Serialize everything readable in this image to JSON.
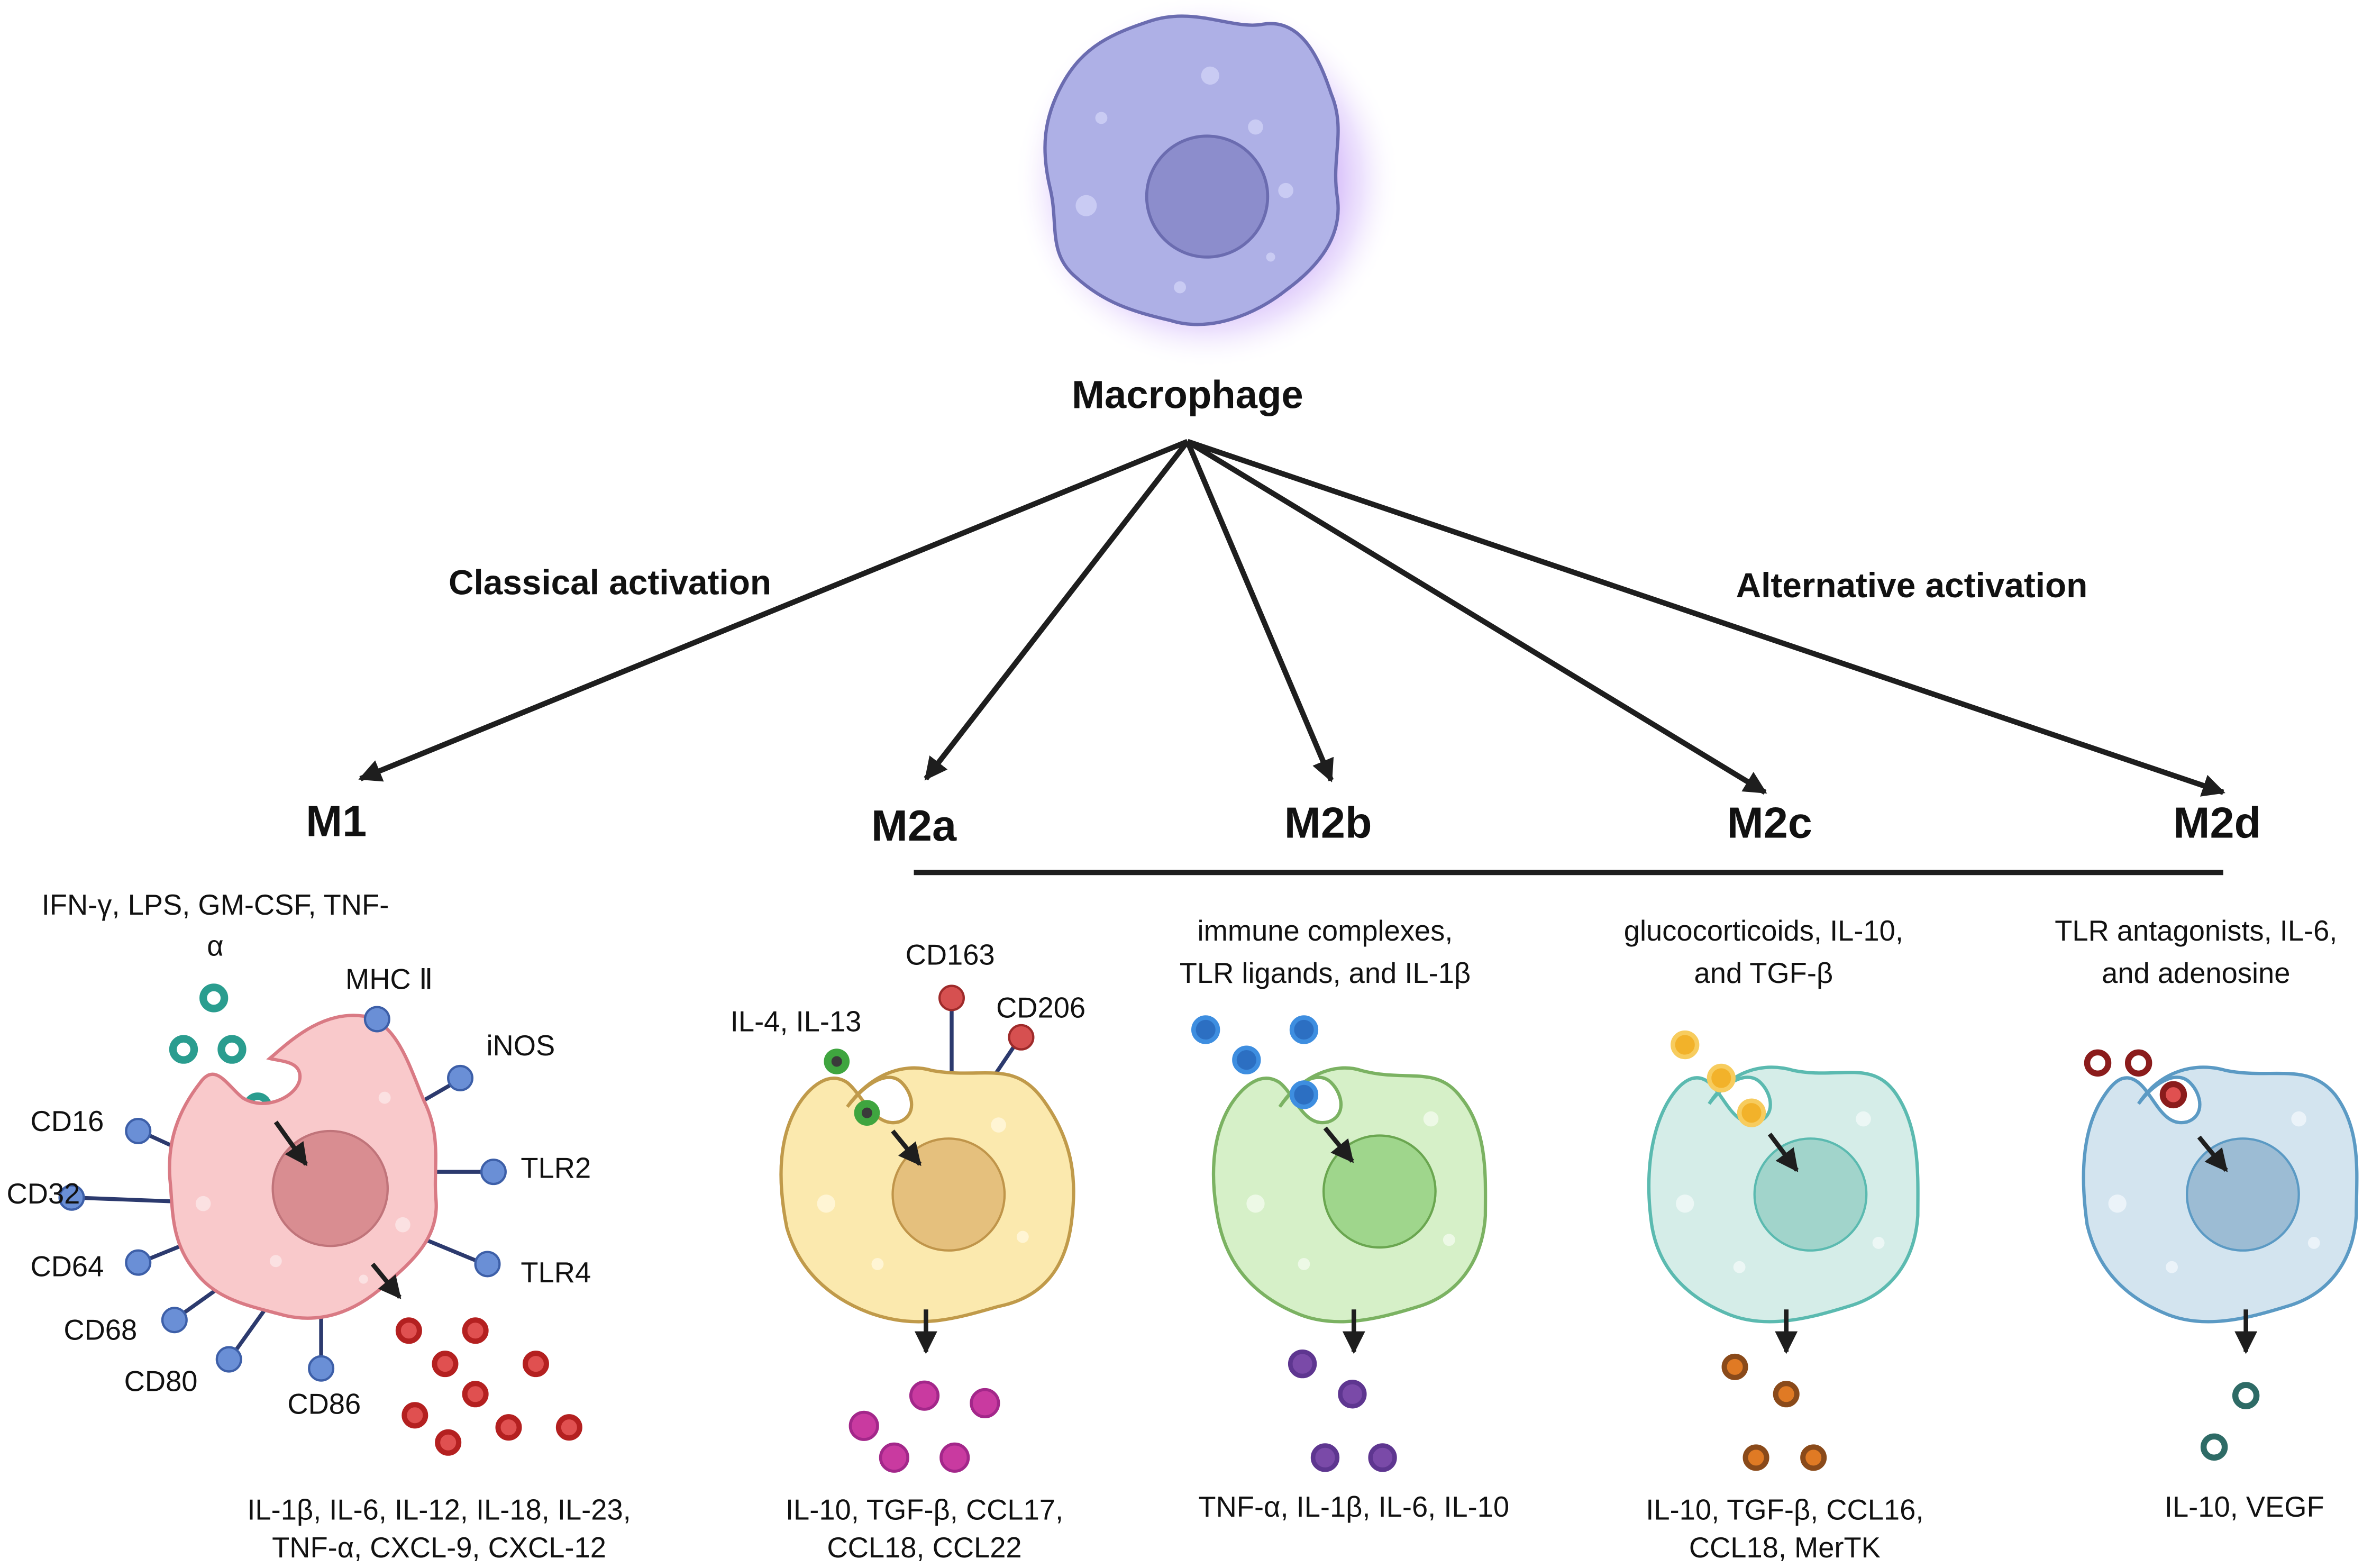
{
  "title": "Macrophage",
  "branches": {
    "classical": "Classical activation",
    "alternative": "Alternative activation"
  },
  "subtypes": {
    "m1": "M1",
    "m2a": "M2a",
    "m2b": "M2b",
    "m2c": "M2c",
    "m2d": "M2d"
  },
  "m1": {
    "stimuli_line1": "IFN-γ, LPS, GM-CSF, TNF-",
    "stimuli_line2": "α",
    "markers": [
      "MHC Ⅱ",
      "iNOS",
      "TLR2",
      "TLR4",
      "CD16",
      "CD32",
      "CD64",
      "CD68",
      "CD80",
      "CD86"
    ],
    "secreted_line1": "IL-1β, IL-6, IL-12, IL-18, IL-23,",
    "secreted_line2": "TNF-α, CXCL-9, CXCL-12"
  },
  "m2a": {
    "stimuli": "IL-4, IL-13",
    "markers": [
      "CD163",
      "CD206"
    ],
    "secreted_line1": "IL-10, TGF-β, CCL17,",
    "secreted_line2": "CCL18, CCL22"
  },
  "m2b": {
    "stimuli_line1": "immune complexes,",
    "stimuli_line2": "TLR ligands, and IL-1β",
    "secreted_line1": "TNF-α, IL-1β, IL-6, IL-10"
  },
  "m2c": {
    "stimuli_line1": "glucocorticoids, IL-10,",
    "stimuli_line2": "and TGF-β",
    "secreted_line1": "IL-10, TGF-β, CCL16,",
    "secreted_line2": "CCL18, MerTK"
  },
  "m2d": {
    "stimuli_line1": "TLR antagonists, IL-6,",
    "stimuli_line2": "and adenosine",
    "secreted_line1": "IL-10, VEGF"
  },
  "colors": {
    "macrophage_fill": "#aeb0e6",
    "macrophage_glow": "#b98cf5",
    "m1_fill": "#f9c9cb",
    "m2a_fill": "#fbe9ae",
    "m2b_fill": "#d6f0c8",
    "m2c_fill": "#d5ede8",
    "m2d_fill": "#d3e4ef",
    "arrow": "#1e1e1e"
  },
  "icons": [
    "arrow-icon",
    "receptor-icon",
    "cytokine-icon",
    "cell-icon"
  ]
}
